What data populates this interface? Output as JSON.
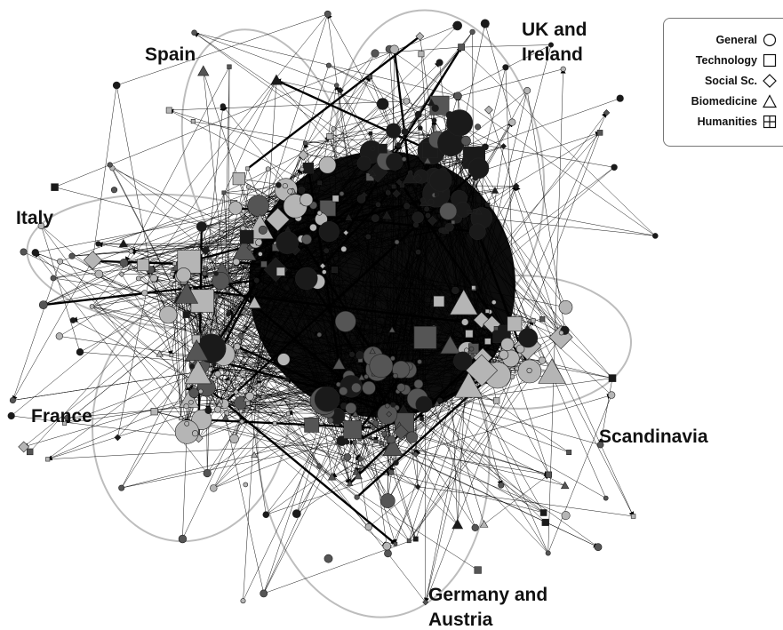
{
  "regions": [
    {
      "key": "spain",
      "label": "Spain"
    },
    {
      "key": "uk",
      "label": "UK and\nIreland"
    },
    {
      "key": "italy",
      "label": "Italy"
    },
    {
      "key": "france",
      "label": "France"
    },
    {
      "key": "scandinavia",
      "label": "Scandinavia"
    },
    {
      "key": "germany",
      "label": "Germany and\nAustria"
    }
  ],
  "legend": {
    "items": [
      {
        "label": "General",
        "shape": "circle"
      },
      {
        "label": "Technology",
        "shape": "square"
      },
      {
        "label": "Social Sc.",
        "shape": "diamond"
      },
      {
        "label": "Biomedicine",
        "shape": "triangle"
      },
      {
        "label": "Humanities",
        "shape": "boxed-cross"
      }
    ]
  },
  "colors": {
    "edge": "#000000",
    "ellipse": "#bdbdbd",
    "node_dark": "#1a1a1a",
    "node_mid": "#555555",
    "node_light": "#b5b5b5"
  }
}
